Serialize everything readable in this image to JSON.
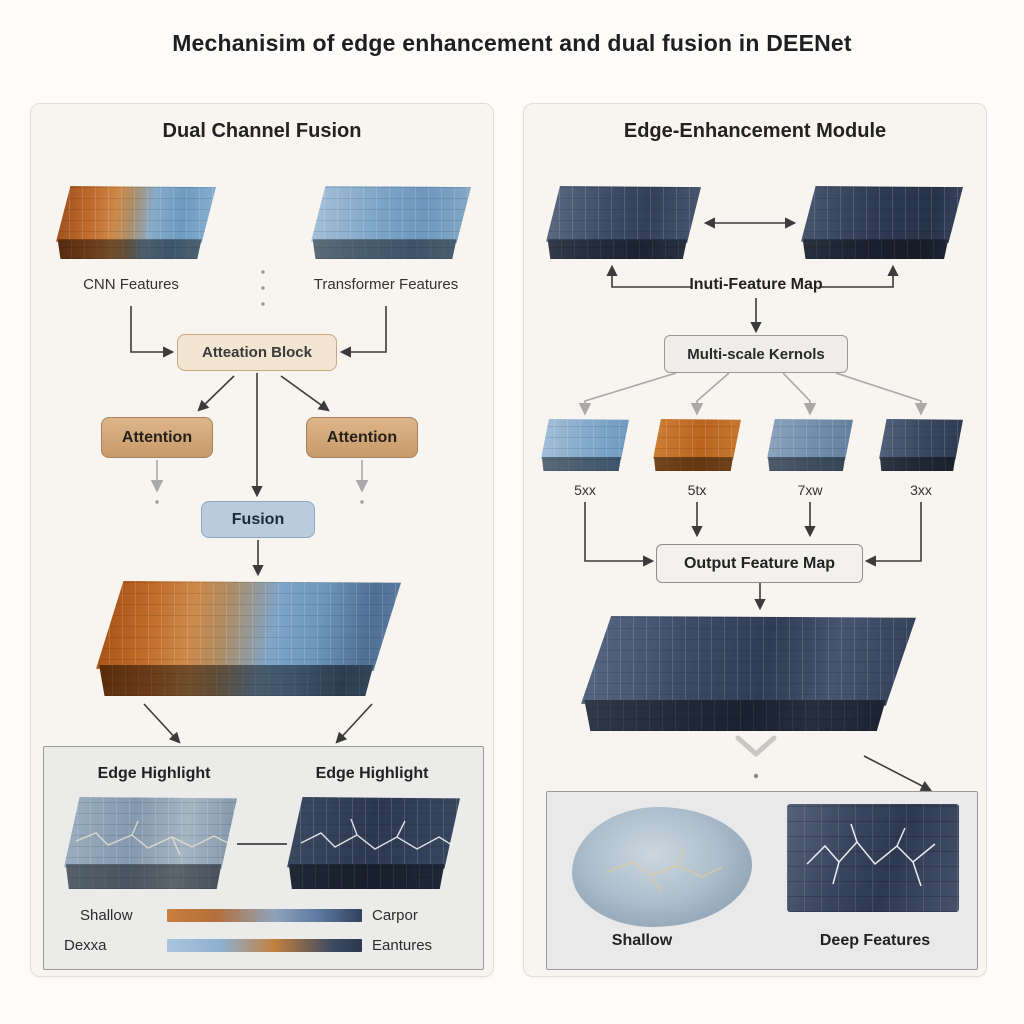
{
  "title": "Mechanisim of edge enhancement and dual fusion in DEENet",
  "colors": {
    "page_bg": "#fdfcfa",
    "panel_bg": "#f8f5f0",
    "panel_border": "#e4dfd5",
    "attention_tan": "#c89a6a",
    "attention_block_beige": "#f2e6d3",
    "fusion_blue": "#b9cbdd",
    "navy_map": "#2f3b54",
    "orange_map": "#c06a2c",
    "steel_blue_map": "#7fa6c8",
    "arrow_dark": "#3b3b3b",
    "arrow_gray": "#a9a9a9"
  },
  "left_panel": {
    "title": "Dual Channel Fusion",
    "cnn_label": "CNN Features",
    "transformer_label": "Transformer Features",
    "attention_block_label": "Atteation Block",
    "attention_left_label": "Attention",
    "attention_right_label": "Attention",
    "fusion_label": "Fusion",
    "edge_box": {
      "left_title": "Edge Highlight",
      "right_title": "Edge Highlight",
      "legend": [
        {
          "left": "Shallow",
          "right": "Carpor"
        },
        {
          "left": "Dexxa",
          "right": "Eantures"
        }
      ]
    }
  },
  "right_panel": {
    "title": "Edge-Enhancement Module",
    "input_label": "Inuti-Feature Map",
    "kernels_label": "Multi-scale Kernols",
    "kernel_sizes": [
      "5xx",
      "5tx",
      "7xw",
      "3xx"
    ],
    "output_label": "Output Feature Map",
    "bottom": {
      "shallow_label": "Shallow",
      "deep_label": "Deep Features"
    }
  }
}
